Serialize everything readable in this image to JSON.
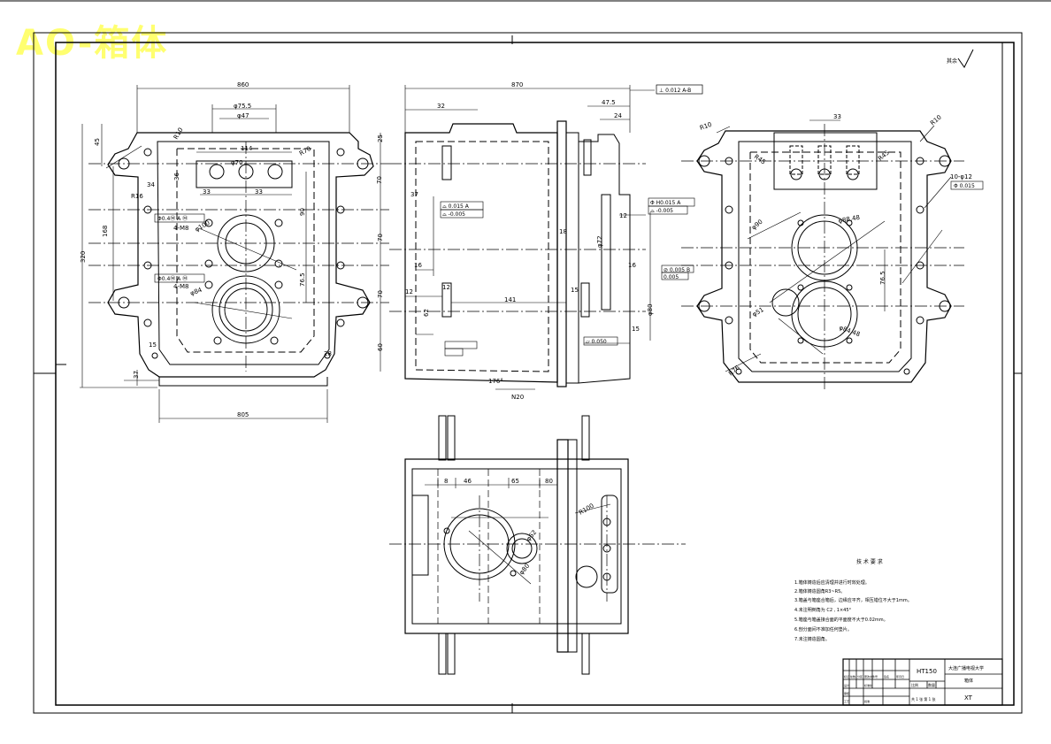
{
  "watermark": "AO-箱体",
  "roughness_mark": "其余",
  "views": {
    "front": {
      "dims": {
        "width_top": "860",
        "d755": "φ75.5",
        "d47": "φ47",
        "w114": "114",
        "d70": "φ70",
        "h45": "45",
        "h36": "36",
        "h34": "34",
        "w33a": "33",
        "w33b": "33",
        "w158": "168",
        "h320": "320",
        "h90": "90",
        "h765": "76.5",
        "r10": "R10",
        "r70": "R70",
        "d100": "φ100",
        "d84": "φ84",
        "m8a": "4-M8",
        "m8b": "4-M8",
        "tol_a": "Φ0.4Ⓜ A Ⓜ",
        "tol_b": "Φ0.4Ⓜ A Ⓜ",
        "h70a": "70",
        "h70b": "70",
        "h70c": "70",
        "h60": "60",
        "h25": "25",
        "h15": "15",
        "h37": "37",
        "w28": "28",
        "w805": "805",
        "r16": "R16"
      }
    },
    "side": {
      "dims": {
        "w870": "870",
        "w32": "32",
        "w475": "47.5",
        "w24": "24",
        "tol_top": "⊥ 0.012 A-B",
        "tol_flat1": "⌓ 0.015 A",
        "tol_flat2": "⌓ -0.005",
        "tol_h1": "Φ H0.015 A",
        "tol_h2": "⌓ -0.005",
        "h37": "37",
        "h18": "18",
        "h12a": "12",
        "h12b": "12",
        "w141": "141",
        "w15a": "15",
        "w15b": "15",
        "h16a": "16",
        "h16b": "16",
        "d72": "φ72",
        "d80": "φ80",
        "d62": "62",
        "tol_c1": "⊘ 0.005 B",
        "tol_c2": "0.005",
        "tol_flat3": "▱ 0.050",
        "a176": "176°",
        "n20": "N20",
        "w12c": "12"
      }
    },
    "end": {
      "dims": {
        "w33": "33",
        "r10a": "R10",
        "r10b": "R10",
        "r45": "R45",
        "d90": "φ90",
        "h765": "76.5",
        "tol_right": "10-φ12",
        "tol_right_v": "Φ 0.015",
        "r76": "R76",
        "d51": "φ51",
        "d84": "φ84.48",
        "d8848": "φ88.48"
      }
    },
    "top": {
      "dims": {
        "w8": "8",
        "w46": "46",
        "w65": "65",
        "w80": "80",
        "r100": "R100",
        "d62": "φ62",
        "d80": "φ80"
      }
    }
  },
  "notes": {
    "title": "技 术 要 求",
    "lines": [
      "1.箱体铸造后应清理并进行时效处理。",
      "2.箱体铸造圆角R3~R5。",
      "3.箱盖与箱座合箱后，边缘应平齐，相互错位不大于1mm。",
      "4.未注明倒角为 C2     ,                1×45°",
      "5.箱座与箱盖接合面的平面度不大于0.02mm。",
      "6.剖分面间不准加任何垫片。",
      "7.未注铸造圆角。"
    ],
    "chamfer_mid": "R3~R5,未注倒角",
    "chamfer_end": "1×45°"
  },
  "title_block": {
    "material": "HT150",
    "school": "大连广播电视大学",
    "part_name": "箱体",
    "drawing_no": "XT",
    "scale_label": "比例",
    "qty_label": "数量",
    "sheet_label": "共 1 张 第 1 张",
    "header_cells": [
      "标记",
      "处数",
      "分区",
      "更改文件号",
      "签名",
      "年月日"
    ],
    "row_labels": [
      "设计",
      "审核",
      "工艺"
    ],
    "std_label": "标准化",
    "approve_label": "批准"
  }
}
